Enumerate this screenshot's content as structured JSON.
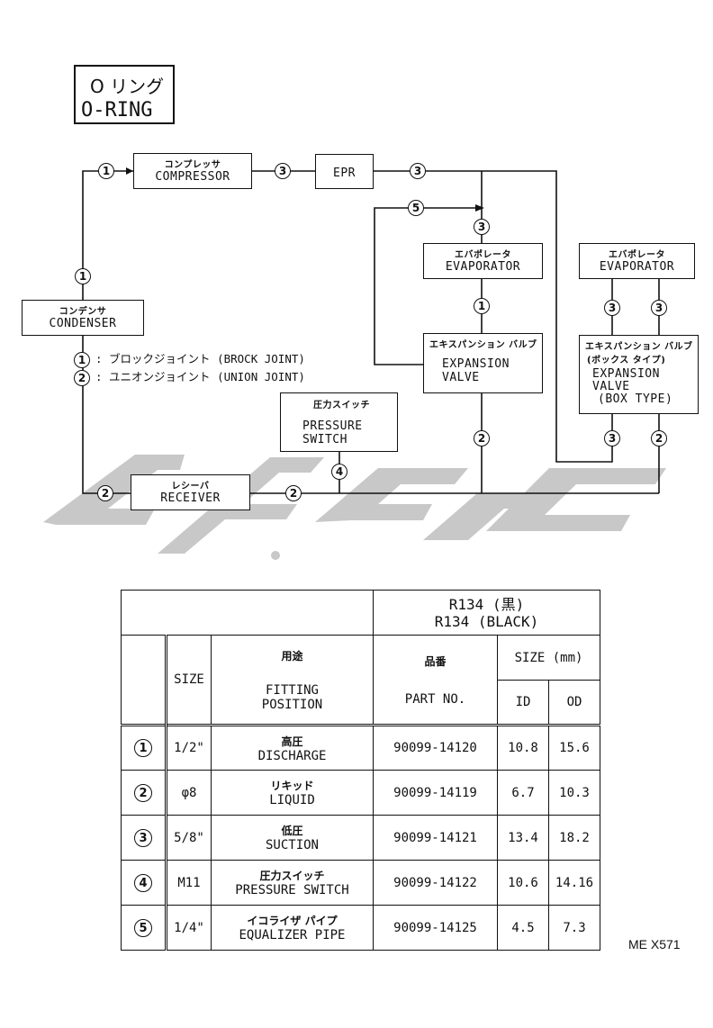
{
  "title": {
    "jp": "O リング",
    "en": "O-RING"
  },
  "components": {
    "compressor": {
      "jp": "コンプレッサ",
      "en": "COMPRESSOR"
    },
    "epr": {
      "en": "EPR"
    },
    "condenser": {
      "jp": "コンデンサ",
      "en": "CONDENSER"
    },
    "evaporator1": {
      "jp": "エバポレータ",
      "en": "EVAPORATOR"
    },
    "evaporator2": {
      "jp": "エバポレータ",
      "en": "EVAPORATOR"
    },
    "expansion_valve": {
      "jp": "エキスパンション バルブ",
      "en1": "EXPANSION",
      "en2": "VALVE"
    },
    "expansion_valve_box": {
      "jp1": "エキスパンション バルブ",
      "jp2": "(ボックス タイプ)",
      "en1": "EXPANSION",
      "en2": "VALVE",
      "en3": "(BOX TYPE)"
    },
    "pressure_switch": {
      "jp": "圧力スイッチ",
      "en1": "PRESSURE",
      "en2": "SWITCH"
    },
    "receiver": {
      "jp": "レシーバ",
      "en": "RECEIVER"
    }
  },
  "markers": {
    "m1": "1",
    "m2": "2",
    "m3": "3",
    "m4": "4",
    "m5": "5"
  },
  "legend": [
    {
      "num": "1",
      "text": ": ブロックジョイント (BROCK JOINT)"
    },
    {
      "num": "2",
      "text": ": ユニオンジョイント (UNION JOINT)"
    }
  ],
  "table": {
    "header_r134_jp": "R134 (黒)",
    "header_r134_en": "R134 (BLACK)",
    "col_size": "SIZE",
    "col_fitting_jp": "用途",
    "col_fitting_en1": "FITTING",
    "col_fitting_en2": "POSITION",
    "col_part_jp": "品番",
    "col_part_en": "PART NO.",
    "col_size_mm": "SIZE (mm)",
    "col_id": "ID",
    "col_od": "OD",
    "rows": [
      {
        "num": "1",
        "size": "1/2\"",
        "jp": "高圧",
        "en": "DISCHARGE",
        "part": "90099-14120",
        "id": "10.8",
        "od": "15.6"
      },
      {
        "num": "2",
        "size": "φ8",
        "jp": "リキッド",
        "en": "LIQUID",
        "part": "90099-14119",
        "id": "6.7",
        "od": "10.3"
      },
      {
        "num": "3",
        "size": "5/8\"",
        "jp": "低圧",
        "en": "SUCTION",
        "part": "90099-14121",
        "id": "13.4",
        "od": "18.2"
      },
      {
        "num": "4",
        "size": "M11",
        "jp": "圧力スイッチ",
        "en": "PRESSURE SWITCH",
        "part": "90099-14122",
        "id": "10.6",
        "od": "14.16"
      },
      {
        "num": "5",
        "size": "1/4\"",
        "jp": "イコライザ パイプ",
        "en": "EQUALIZER PIPE",
        "part": "90099-14125",
        "id": "4.5",
        "od": "7.3"
      }
    ]
  },
  "reference": "ME X571",
  "colors": {
    "line": "#111111",
    "watermark": "#c8c8c8"
  }
}
